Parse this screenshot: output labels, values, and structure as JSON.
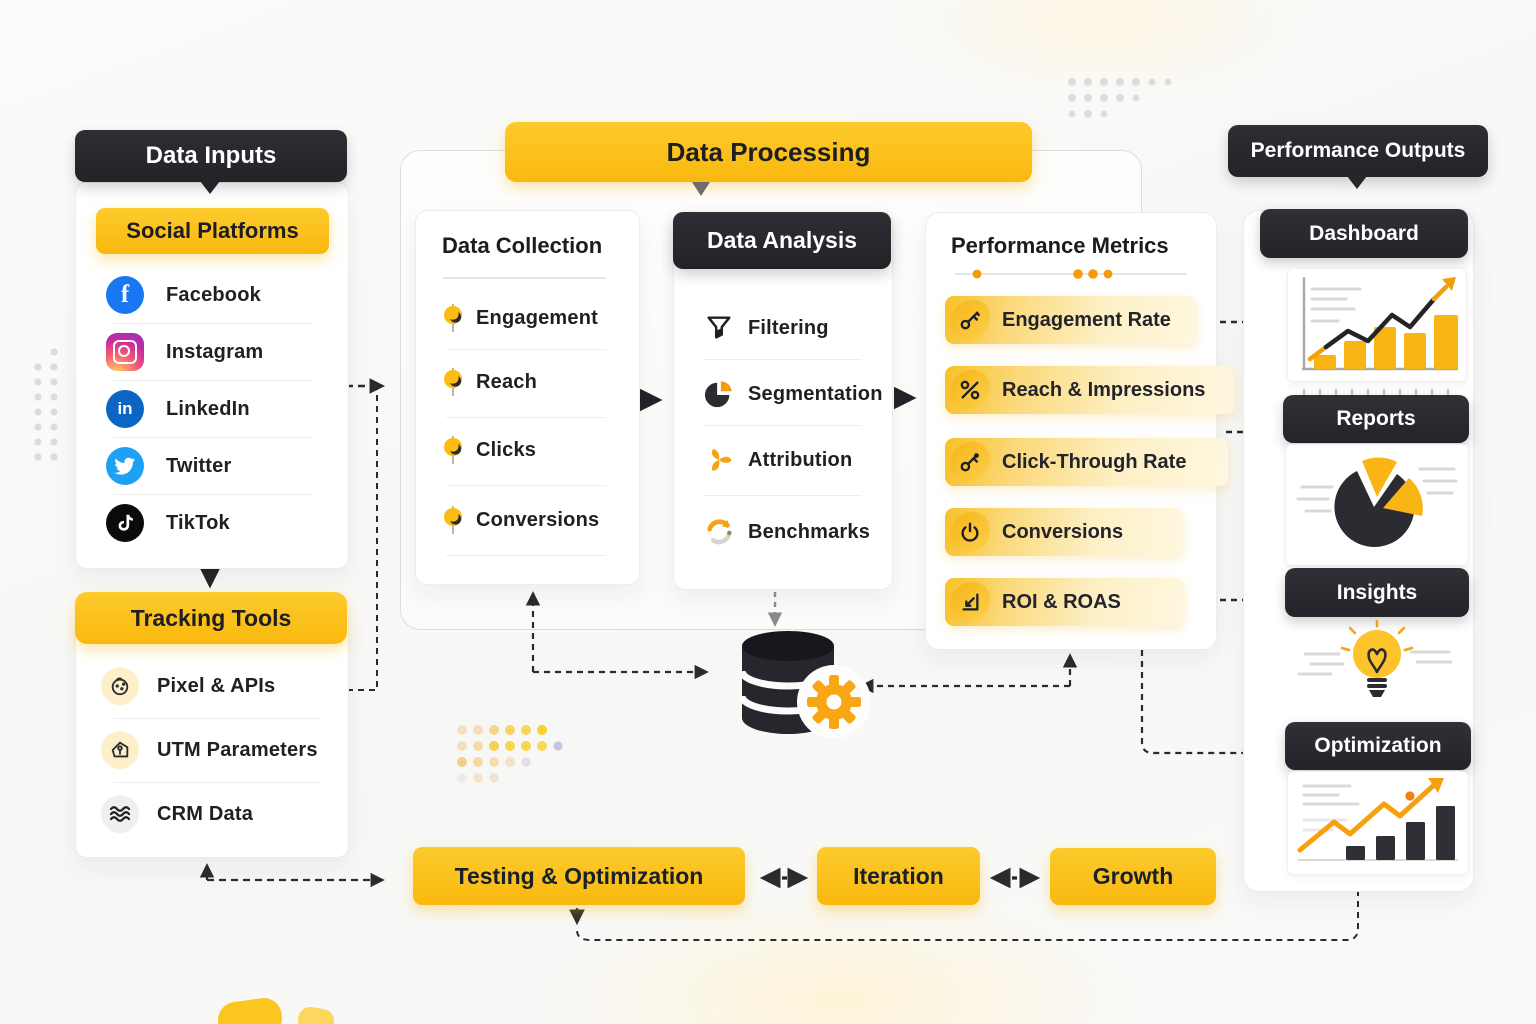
{
  "data_inputs": {
    "header": "Data Inputs",
    "social": {
      "header": "Social Platforms",
      "items": [
        {
          "label": "Facebook",
          "icon": "facebook-icon"
        },
        {
          "label": "Instagram",
          "icon": "instagram-icon"
        },
        {
          "label": "LinkedIn",
          "icon": "linkedin-icon"
        },
        {
          "label": "Twitter",
          "icon": "twitter-icon"
        },
        {
          "label": "TikTok",
          "icon": "tiktok-icon"
        }
      ]
    },
    "tracking": {
      "header": "Tracking Tools",
      "items": [
        {
          "label": "Pixel & APIs",
          "icon": "pixel-icon"
        },
        {
          "label": "UTM Parameters",
          "icon": "tag-icon"
        },
        {
          "label": "CRM Data",
          "icon": "waves-icon"
        }
      ]
    }
  },
  "data_processing": {
    "banner": "Data Processing",
    "collection": {
      "title": "Data Collection",
      "items": [
        {
          "label": "Engagement",
          "icon": "pin-icon"
        },
        {
          "label": "Reach",
          "icon": "pin-icon"
        },
        {
          "label": "Clicks",
          "icon": "pin-icon"
        },
        {
          "label": "Conversions",
          "icon": "pin-icon"
        }
      ]
    },
    "analysis": {
      "title": "Data Analysis",
      "items": [
        {
          "label": "Filtering",
          "icon": "funnel-icon"
        },
        {
          "label": "Segmentation",
          "icon": "pie-icon"
        },
        {
          "label": "Attribution",
          "icon": "pinwheel-icon"
        },
        {
          "label": "Benchmarks",
          "icon": "refresh-icon"
        }
      ]
    },
    "metrics": {
      "title": "Performance Metrics",
      "items": [
        {
          "label": "Engagement Rate",
          "icon": "key-icon"
        },
        {
          "label": "Reach & Impressions",
          "icon": "percent-icon"
        },
        {
          "label": "Click-Through Rate",
          "icon": "key-icon"
        },
        {
          "label": "Conversions",
          "icon": "power-icon"
        },
        {
          "label": "ROI & ROAS",
          "icon": "corner-arrow-icon"
        }
      ]
    }
  },
  "outputs": {
    "header": "Performance Outputs",
    "sections": [
      {
        "label": "Dashboard",
        "icon": "bar-line-chart-icon"
      },
      {
        "label": "Reports",
        "icon": "pie-chart-icon"
      },
      {
        "label": "Insights",
        "icon": "lightbulb-icon"
      },
      {
        "label": "Optimization",
        "icon": "growth-chart-icon"
      }
    ]
  },
  "loop": {
    "items": [
      {
        "label": "Testing & Optimization"
      },
      {
        "label": "Iteration"
      },
      {
        "label": "Growth"
      }
    ]
  },
  "colors": {
    "accent_yellow": "#FBC21A",
    "dark": "#26262B",
    "orange": "#F59F0B",
    "facebook_blue": "#1877F2",
    "linkedin_blue": "#0A66C2",
    "twitter_blue": "#1DA1F2",
    "tiktok_black": "#000000"
  }
}
